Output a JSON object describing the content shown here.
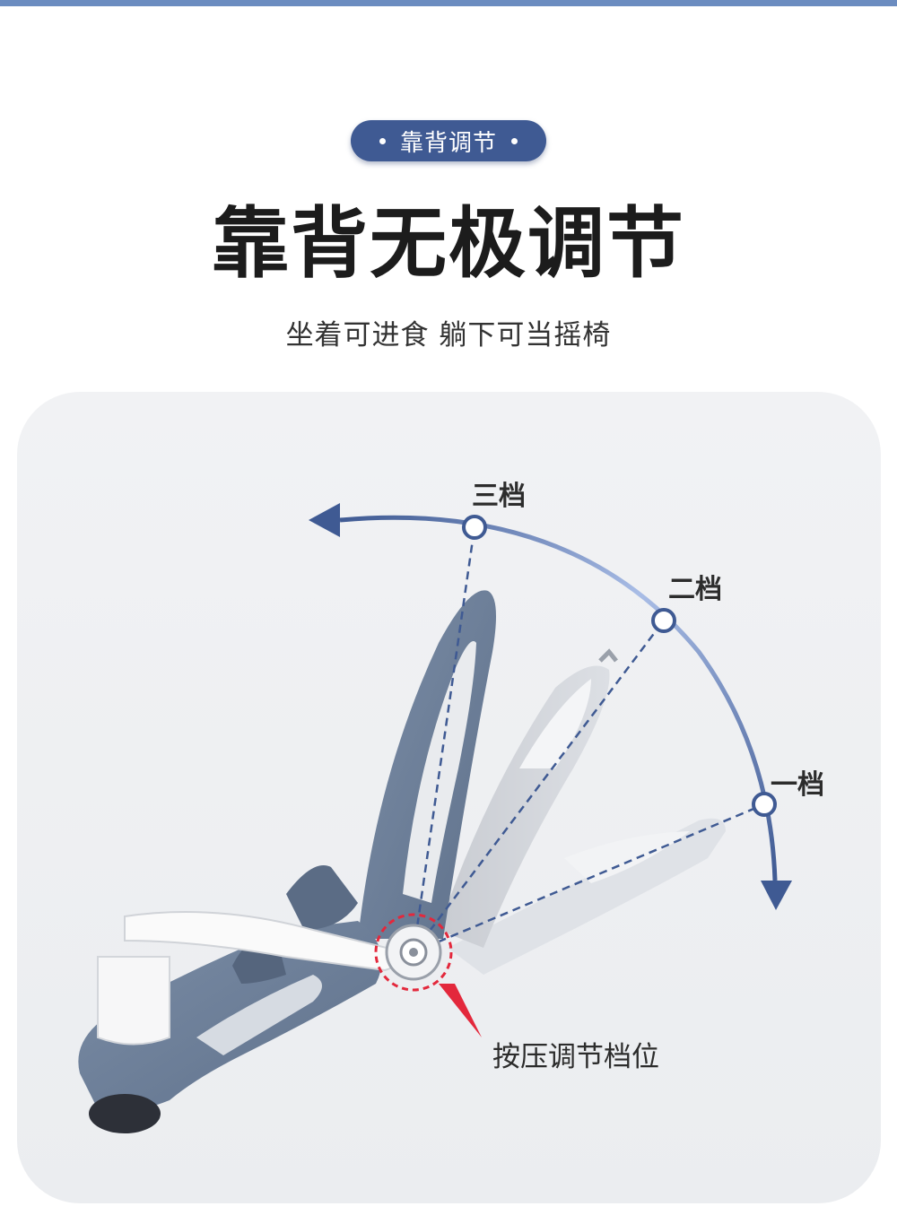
{
  "header": {
    "badge_label": "靠背调节",
    "title": "靠背无极调节",
    "subtitle": "坐着可进食 躺下可当摇椅"
  },
  "diagram": {
    "gears": [
      {
        "id": "gear-3",
        "label": "三档"
      },
      {
        "id": "gear-2",
        "label": "二档"
      },
      {
        "id": "gear-1",
        "label": "一档"
      }
    ],
    "press_label": "按压调节档位"
  },
  "colors": {
    "accent": "#3f5a93",
    "top_bar": "#6b8cc0",
    "arc_light": "#a9bde6",
    "fabric": "#6d7f98",
    "indicator_red": "#e3283c",
    "panel_bg": "#eeeff2"
  }
}
